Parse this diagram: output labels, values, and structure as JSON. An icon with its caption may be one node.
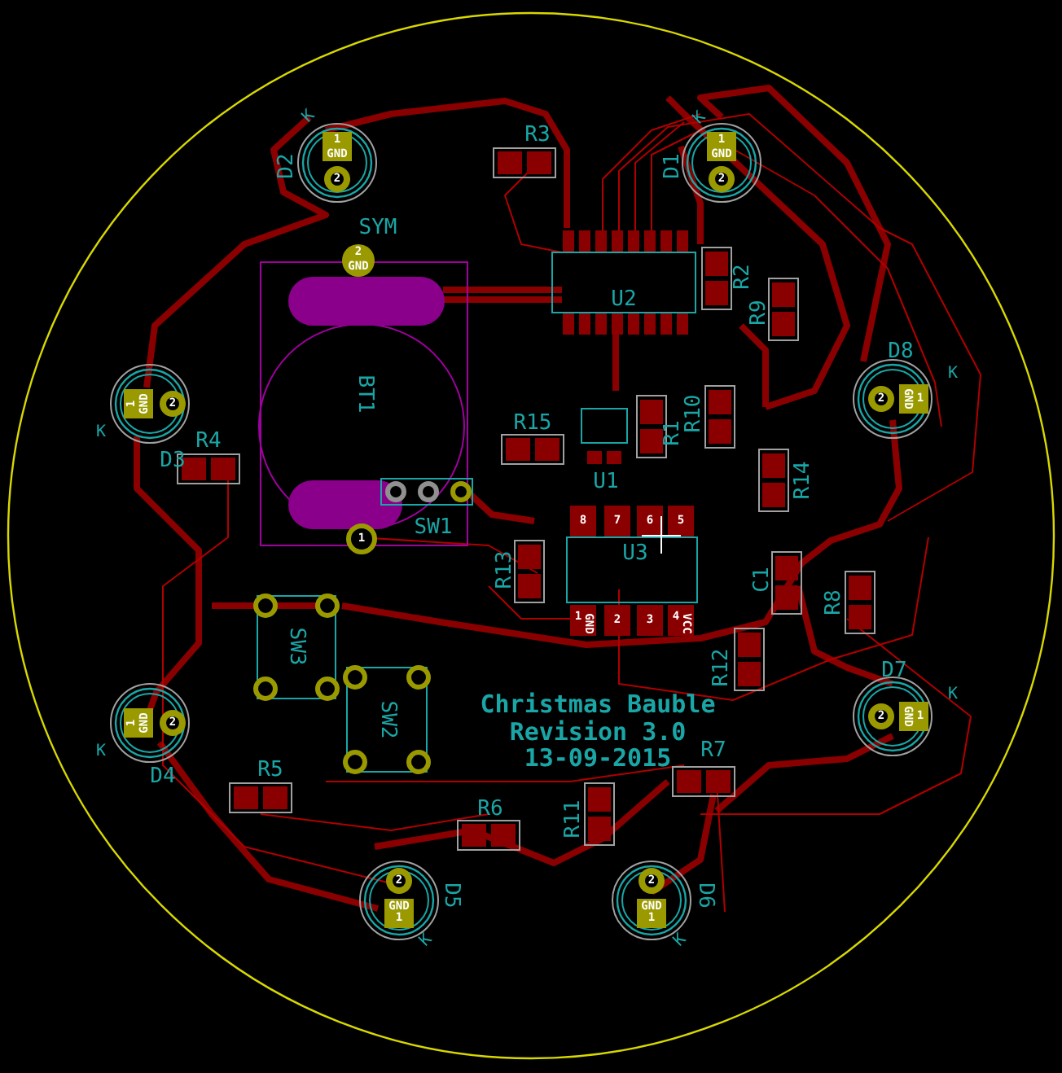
{
  "diagram": {
    "labels": [
      "K",
      "D2",
      "1",
      "GND",
      "2",
      "R3",
      "K",
      "D1",
      "1",
      "GND",
      "2",
      "SYM",
      "2",
      "GND",
      "U2",
      "R2",
      "R9",
      "D8",
      "K",
      "2",
      "GND",
      "1",
      "BT1",
      "R15",
      "R1",
      "R10",
      "U1",
      "R14",
      "K",
      "1",
      "GND",
      "2",
      "D3",
      "R4",
      "SW1",
      "1",
      "8",
      "7",
      "6",
      "5",
      "R13",
      "U3",
      "C1",
      "R8",
      "1",
      "GND",
      "2",
      "3",
      "4",
      "VCC",
      "SW3",
      "R12",
      "D7",
      "K",
      "2",
      "GND",
      "1",
      "SW2",
      "Christmas Bauble",
      "Revision 3.0",
      "13-09-2015",
      "K",
      "1",
      "GND",
      "2",
      "D4",
      "R7",
      "R5",
      "R6",
      "R11",
      "D5",
      "2",
      "GND",
      "1",
      "D6",
      "2",
      "GND",
      "1",
      "K",
      "K"
    ]
  }
}
